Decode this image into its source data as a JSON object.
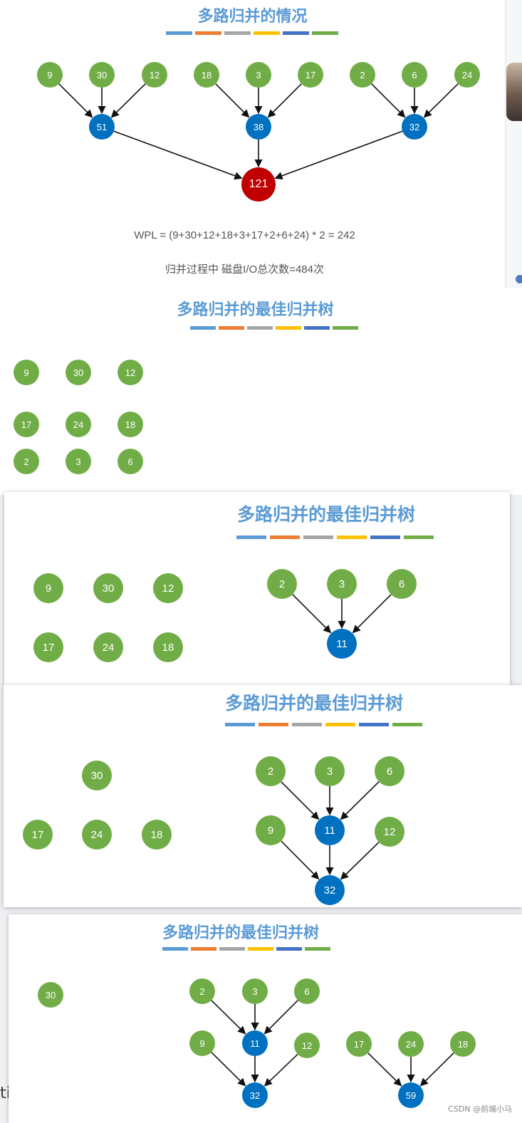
{
  "colors": {
    "leaf": "#70ad47",
    "mid": "#0070c0",
    "root": "#c00000",
    "title": "#5b9bd5",
    "bars": [
      "#5b9bd5",
      "#ed7d31",
      "#a5a5a5",
      "#ffc000",
      "#4472c4",
      "#70ad47"
    ]
  },
  "slide1": {
    "title": "多路归并的情况",
    "leaves": [
      "9",
      "30",
      "12",
      "18",
      "3",
      "17",
      "2",
      "6",
      "24"
    ],
    "mids": [
      "51",
      "38",
      "32"
    ],
    "root": "121",
    "formula": "WPL = (9+30+12+18+3+17+2+6+24) * 2 = 242",
    "io_text": "归并过程中 磁盘I/O总次数=484次"
  },
  "slide2": {
    "title": "多路归并的最佳归并树",
    "nodes": [
      "9",
      "30",
      "12",
      "17",
      "24",
      "18",
      "2",
      "3",
      "6"
    ]
  },
  "slide3": {
    "title": "多路归并的最佳归并树",
    "loose": [
      "9",
      "30",
      "12",
      "17",
      "24",
      "18"
    ],
    "tree_leaves": [
      "2",
      "3",
      "6"
    ],
    "tree_root": "11"
  },
  "slide4": {
    "title": "多路归并的最佳归并树",
    "loose": [
      "30",
      "17",
      "24",
      "18"
    ],
    "top_leaves": [
      "2",
      "3",
      "6"
    ],
    "mid": "11",
    "side_leaves": [
      "9",
      "12"
    ],
    "root": "32"
  },
  "slide5": {
    "title": "多路归并的最佳归并树",
    "loose": [
      "30"
    ],
    "top_leaves": [
      "2",
      "3",
      "6"
    ],
    "mid": "11",
    "side_leaves": [
      "9",
      "12"
    ],
    "root": "32",
    "tree2_leaves": [
      "17",
      "24",
      "18"
    ],
    "tree2_root": "59"
  },
  "page": {
    "left_cut_text": "ti",
    "watermark": "CSDN @前端小马"
  }
}
